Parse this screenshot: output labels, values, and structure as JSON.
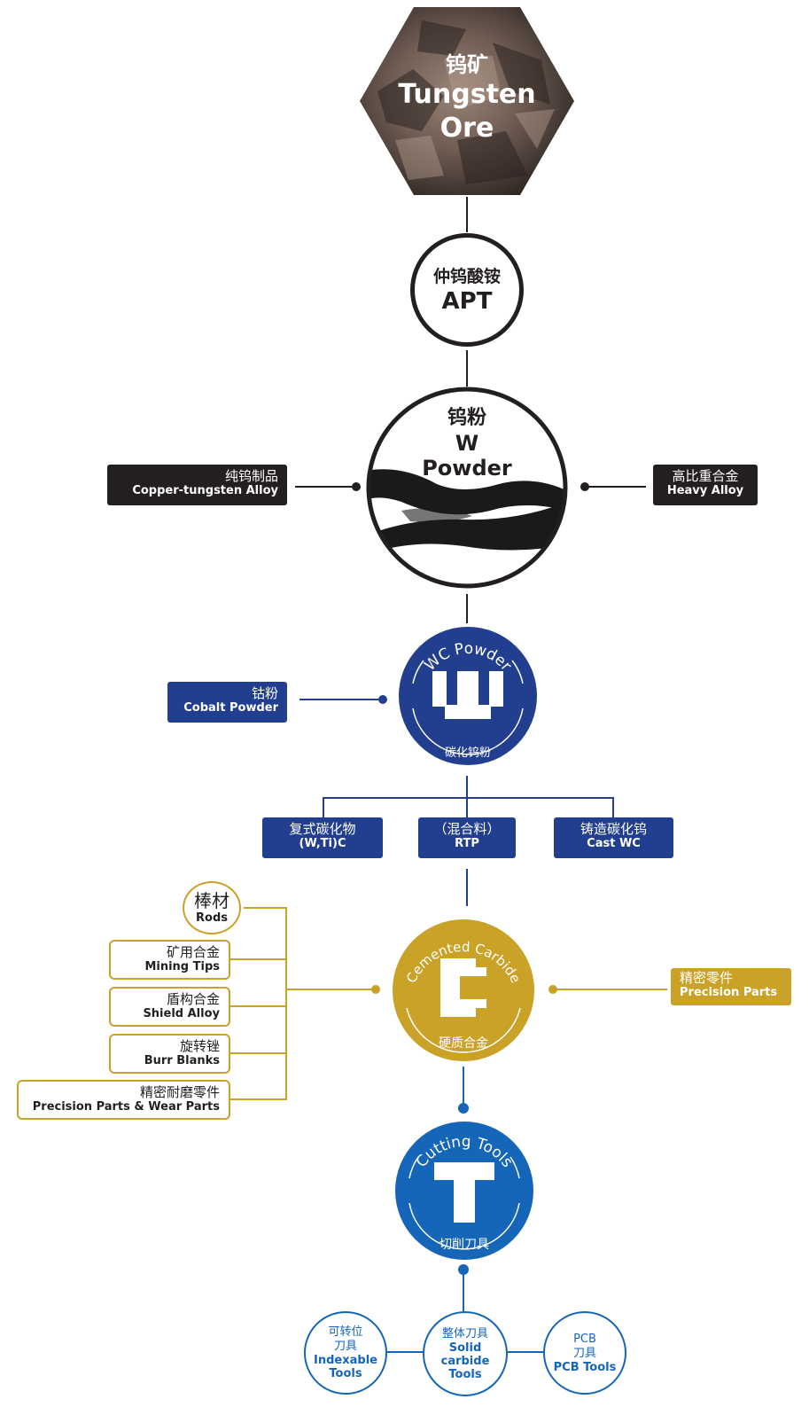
{
  "ore": {
    "zh": "钨矿",
    "en_line1": "Tungsten",
    "en_line2": "Ore"
  },
  "apt": {
    "zh": "仲钨酸铵",
    "en": "APT"
  },
  "w_powder": {
    "zh": "钨粉",
    "en_line1": "W",
    "en_line2": "Powder"
  },
  "copper_tungsten": {
    "zh": "纯钨制品",
    "en": "Copper-tungsten Alloy"
  },
  "heavy_alloy": {
    "zh": "高比重合金",
    "en": "Heavy Alloy"
  },
  "wc_powder": {
    "arc": "WC Powder",
    "zh": "碳化钨粉",
    "icon_letter": "W"
  },
  "cobalt": {
    "zh": "钴粉",
    "en": "Cobalt Powder"
  },
  "mid_boxes": [
    {
      "zh": "复式碳化物",
      "en": "(W,Ti)C"
    },
    {
      "zh": "（混合料）",
      "en": "RTP"
    },
    {
      "zh": "铸造碳化钨",
      "en": "Cast WC"
    }
  ],
  "cemented": {
    "arc": "Cemented Carbide",
    "zh": "硬质合金",
    "icon_letter": "C"
  },
  "precision_right": {
    "zh": "精密零件",
    "en": "Precision Parts"
  },
  "left_items": [
    {
      "zh": "棒材",
      "en": "Rods"
    },
    {
      "zh": "矿用合金",
      "en": "Mining Tips"
    },
    {
      "zh": "盾构合金",
      "en": "Shield Alloy"
    },
    {
      "zh": "旋转锉",
      "en": "Burr Blanks"
    },
    {
      "zh": "精密耐磨零件",
      "en": "Precision Parts & Wear Parts"
    }
  ],
  "cutting": {
    "arc": "Cutting Tools",
    "zh": "切削刀具",
    "icon_letter": "T"
  },
  "tools": [
    {
      "zh1": "可转位",
      "zh2": "刀具",
      "en1": "Indexable",
      "en2": "Tools"
    },
    {
      "zh1": "整体刀具",
      "zh2": "",
      "en1": "Solid",
      "en2": "carbide",
      "en3": "Tools"
    },
    {
      "zh1": "PCB",
      "zh2": "刀具",
      "en1": "PCB Tools",
      "en2": ""
    }
  ],
  "colors": {
    "dark": "#231f20",
    "navy": "#223e8f",
    "gold": "#c9a227",
    "blue": "#1565b8"
  }
}
